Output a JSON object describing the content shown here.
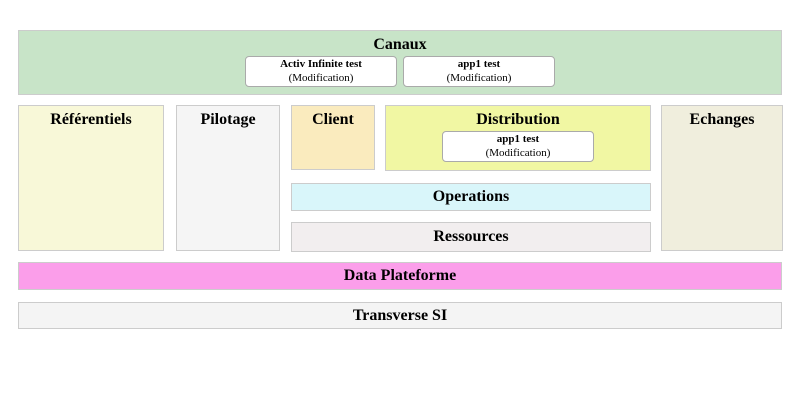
{
  "zones": {
    "canaux": {
      "label": "Canaux",
      "bg": "#c8e4c8",
      "apps": [
        {
          "name": "Activ Infinite test",
          "status": "(Modification)"
        },
        {
          "name": "app1 test",
          "status": "(Modification)"
        }
      ]
    },
    "referentiels": {
      "label": "Référentiels",
      "bg": "#f8f8d8"
    },
    "pilotage": {
      "label": "Pilotage",
      "bg": "#f5f5f5"
    },
    "client": {
      "label": "Client",
      "bg": "#faebbe"
    },
    "distribution": {
      "label": "Distribution",
      "bg": "#f1f7a3",
      "apps": [
        {
          "name": "app1 test",
          "status": "(Modification)"
        }
      ]
    },
    "operations": {
      "label": "Operations",
      "bg": "#d9f6fa"
    },
    "ressources": {
      "label": "Ressources",
      "bg": "#f2eeef"
    },
    "echanges": {
      "label": "Echanges",
      "bg": "#f0eedd"
    },
    "data_plateforme": {
      "label": "Data Plateforme",
      "bg": "#fb9eea"
    },
    "transverse_si": {
      "label": "Transverse SI",
      "bg": "#f4f4f4"
    }
  },
  "app_chip_state_note": "(Modification)"
}
